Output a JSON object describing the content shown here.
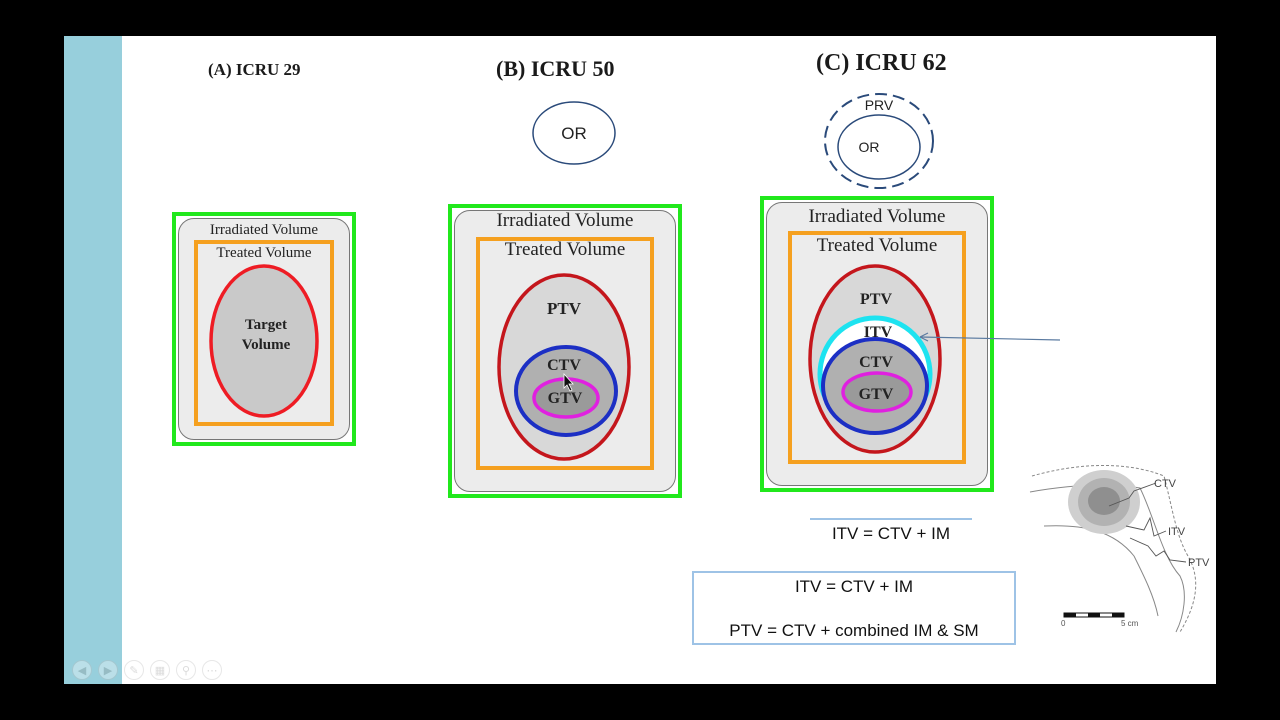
{
  "panels": {
    "a": {
      "heading": "(A) ICRU 29",
      "irradiated": "Irradiated Volume",
      "treated": "Treated Volume",
      "target_line1": "Target",
      "target_line2": "Volume"
    },
    "b": {
      "heading": "(B) ICRU 50",
      "or": "OR",
      "irradiated": "Irradiated Volume",
      "treated": "Treated Volume",
      "ptv": "PTV",
      "ctv": "CTV",
      "gtv": "GTV"
    },
    "c": {
      "heading": "(C) ICRU 62",
      "prv": "PRV",
      "or": "OR",
      "irradiated": "Irradiated Volume",
      "treated": "Treated Volume",
      "ptv": "PTV",
      "itv": "ITV",
      "ctv": "CTV",
      "gtv": "GTV"
    }
  },
  "formulas": {
    "itv_top": "ITV = CTV + IM",
    "box_itv": "ITV = CTV + IM",
    "box_ptv": "PTV = CTV + combined IM & SM"
  },
  "inset": {
    "ctv": "CTV",
    "itv": "ITV",
    "ptv": "PTV",
    "scale_start": "0",
    "scale_end": "5 cm"
  },
  "colors": {
    "irradiated": "#21e81c",
    "treated": "#f5a01f",
    "ptv": "#c4161c",
    "target": "#ee1c24",
    "ctv": "#1c2fc4",
    "gtv": "#e020e0",
    "itv": "#1de3f0",
    "sidebar": "#97cfdc"
  },
  "icons": [
    "arrow-left-icon",
    "arrow-right-icon",
    "pen-icon",
    "slides-icon",
    "zoom-icon",
    "more-icon"
  ]
}
